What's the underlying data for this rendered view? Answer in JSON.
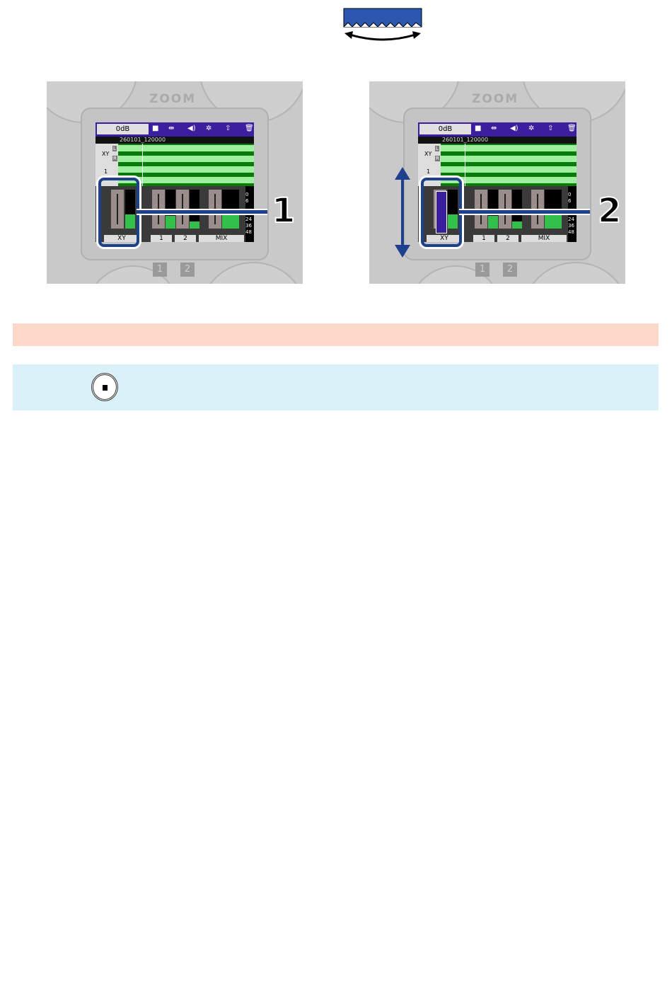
{
  "dial": {
    "icon": "jog-dial-icon",
    "color": "#2b57b0"
  },
  "device": {
    "logo": "ZOOM",
    "gain": "0dB",
    "toolbar_icons": [
      "folder-icon",
      "trim-icon",
      "speaker-icon",
      "settings-icon",
      "export-icon",
      "trash-icon"
    ],
    "filename": "260101_120000",
    "track_labels": {
      "xy": "XY",
      "l": "L",
      "r": "R",
      "one": "1"
    },
    "channels": [
      "XY",
      "1",
      "2",
      "MIX"
    ],
    "scale": [
      "0",
      "6",
      "24",
      "36",
      "48"
    ],
    "buttons": [
      "1",
      "2"
    ]
  },
  "callouts": [
    "1",
    "2"
  ],
  "colors": {
    "callout": "#1f3f8f",
    "warning_bg": "#fdd9cc",
    "note_bg": "#dbf1fa",
    "screen_bar": "#3b1f9e"
  },
  "note": {
    "icon": "stop-button-icon"
  }
}
